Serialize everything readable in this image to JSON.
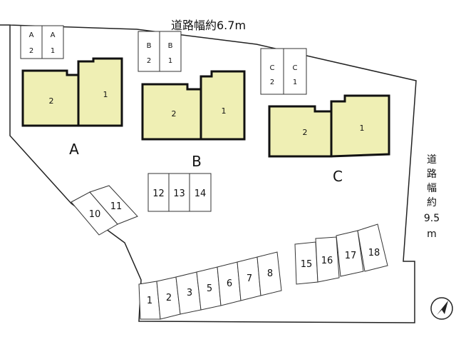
{
  "roads": {
    "north_label": "道路幅約6.7m",
    "east_label_chars": [
      "道",
      "路",
      "幅",
      "約",
      "9.5",
      "m"
    ]
  },
  "buildings": [
    {
      "letter": "A",
      "units": [
        "2",
        "1"
      ]
    },
    {
      "letter": "B",
      "units": [
        "2",
        "1"
      ]
    },
    {
      "letter": "C",
      "units": [
        "2",
        "1"
      ]
    }
  ],
  "bike_stalls": [
    {
      "top": "A",
      "bottom": "2"
    },
    {
      "top": "A",
      "bottom": "1"
    },
    {
      "top": "B",
      "bottom": "2"
    },
    {
      "top": "B",
      "bottom": "1"
    },
    {
      "top": "C",
      "bottom": "2"
    },
    {
      "top": "C",
      "bottom": "1"
    }
  ],
  "parking": {
    "center": [
      "12",
      "13",
      "14"
    ],
    "tilted": [
      "10",
      "11"
    ],
    "bottom": [
      "1",
      "2",
      "3",
      "5",
      "6",
      "7",
      "8"
    ],
    "right": [
      "15",
      "16",
      "17",
      "18"
    ]
  },
  "north_arrow_icon": "north-arrow-icon"
}
